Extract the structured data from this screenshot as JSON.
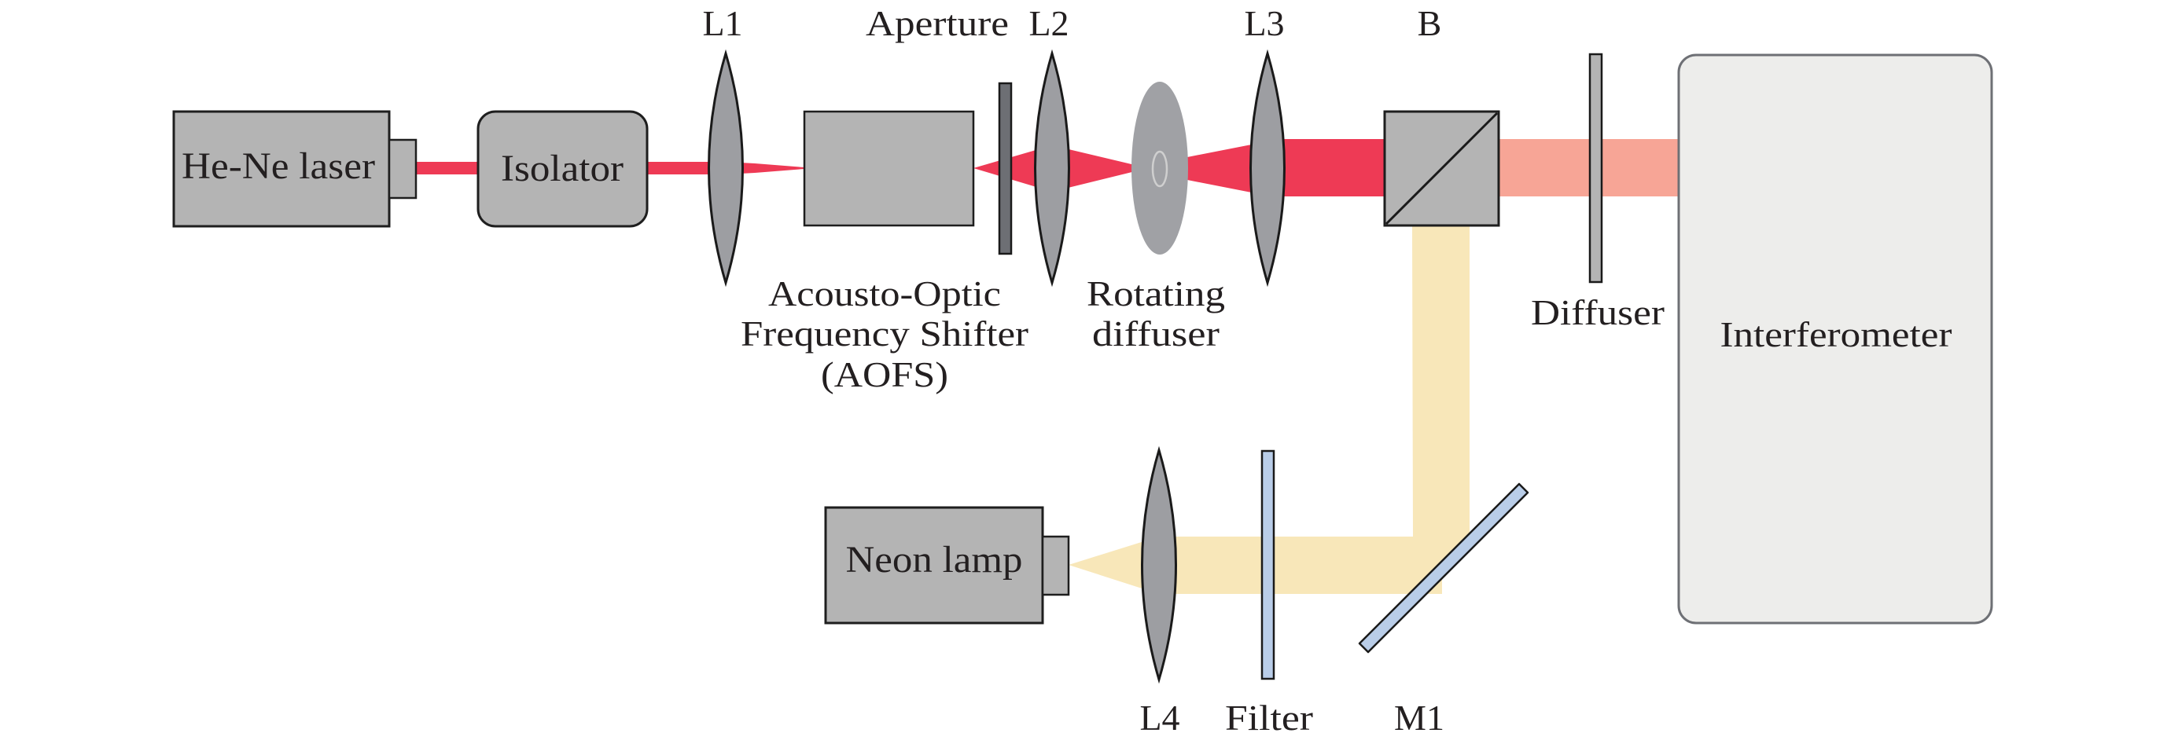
{
  "figure": {
    "title": "Optical setup with He-Ne laser, rotating diffuser, and neon lamp reference into interferometer"
  },
  "colors": {
    "laser_beam": "#ee3a55",
    "attenuated_beam": "#f7a596",
    "neon_beam": "#f8e7b9",
    "component_fill": "#b4b4b4",
    "lens_fill": "#9d9ea2",
    "aperture_fill": "#6d6f74",
    "filter_fill": "#b9cde8",
    "interferometer_fill": "#ededeb",
    "text": "#231f20"
  },
  "components": {
    "hene_laser": {
      "label": "He-Ne laser",
      "icon": "laser-source-icon"
    },
    "isolator": {
      "label": "Isolator",
      "icon": "isolator-icon"
    },
    "l1": {
      "label": "L1",
      "icon": "lens-icon"
    },
    "aofs": {
      "label_lines": [
        "Acousto-Optic",
        "Frequency Shifter",
        "(AOFS)"
      ],
      "icon": "aofs-icon"
    },
    "aperture": {
      "label": "Aperture",
      "icon": "aperture-icon"
    },
    "l2": {
      "label": "L2",
      "icon": "lens-icon"
    },
    "rotating_diffuser": {
      "label_lines": [
        "Rotating",
        "diffuser"
      ],
      "icon": "rotating-disc-icon"
    },
    "l3": {
      "label": "L3",
      "icon": "lens-icon"
    },
    "beam_splitter": {
      "label": "B",
      "icon": "beam-splitter-cube-icon"
    },
    "diffuser": {
      "label": "Diffuser",
      "icon": "diffuser-plate-icon"
    },
    "interferometer": {
      "label": "Interferometer",
      "icon": "interferometer-box-icon"
    },
    "neon_lamp": {
      "label": "Neon lamp",
      "icon": "lamp-source-icon"
    },
    "l4": {
      "label": "L4",
      "icon": "lens-icon"
    },
    "filter": {
      "label": "Filter",
      "icon": "filter-plate-icon"
    },
    "m1": {
      "label": "M1",
      "icon": "mirror-icon"
    }
  }
}
